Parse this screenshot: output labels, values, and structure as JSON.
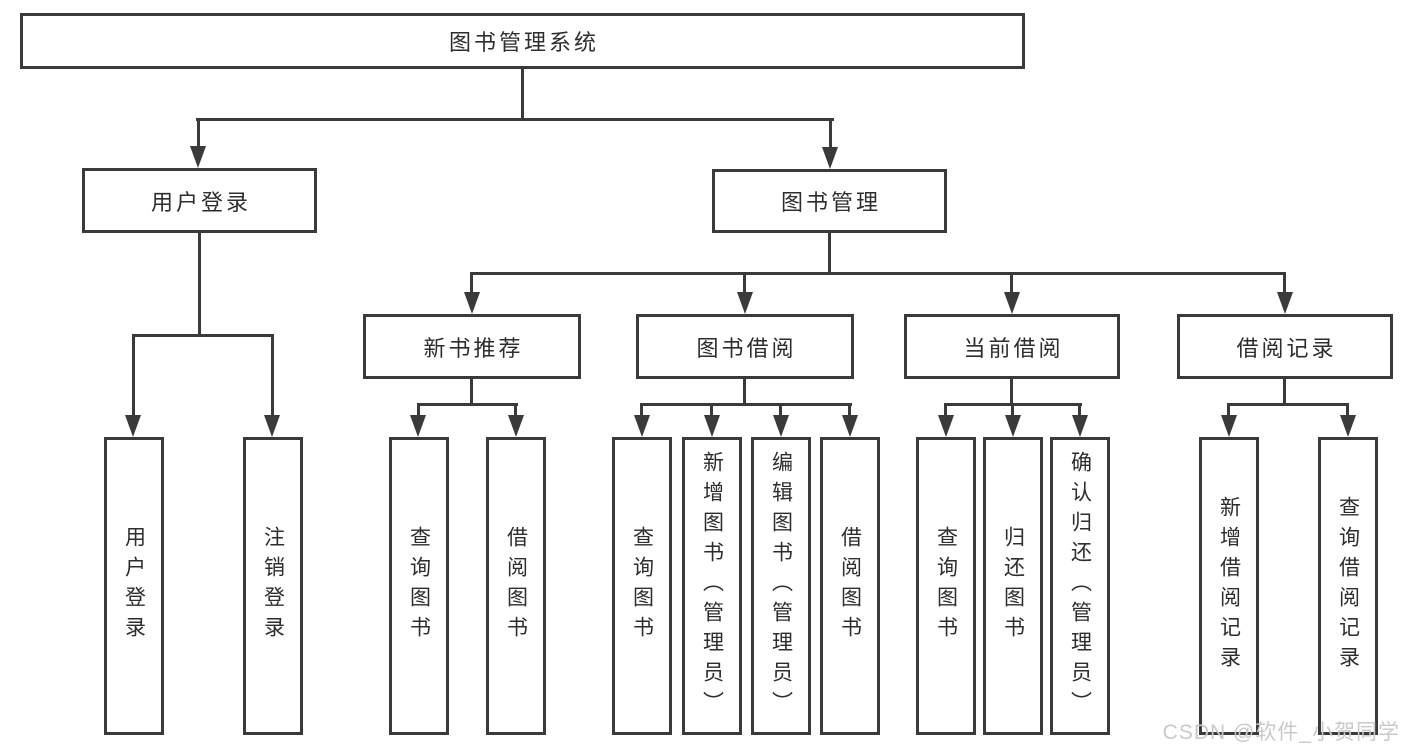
{
  "diagram": {
    "title": "图书管理系统",
    "branches": {
      "user_login": {
        "label": "用户登录",
        "children": [
          "用户登录",
          "注销登录"
        ]
      },
      "book_mgmt": {
        "label": "图书管理",
        "sections": [
          {
            "label": "新书推荐",
            "children": [
              "查询图书",
              "借阅图书"
            ]
          },
          {
            "label": "图书借阅",
            "children": [
              "查询图书",
              "新增图书（管理员）",
              "编辑图书（管理员）",
              "借阅图书"
            ]
          },
          {
            "label": "当前借阅",
            "children": [
              "查询图书",
              "归还图书",
              "确认归还（管理员）"
            ]
          },
          {
            "label": "借阅记录",
            "children": [
              "新增借阅记录",
              "查询借阅记录"
            ]
          }
        ]
      }
    }
  },
  "watermark": {
    "text": "CSDN @软件_小贺同学"
  },
  "colors": {
    "line": "#3a3a3a",
    "text": "#2d2d2d",
    "background": "#ffffff",
    "watermark": "#c9c9c9"
  }
}
